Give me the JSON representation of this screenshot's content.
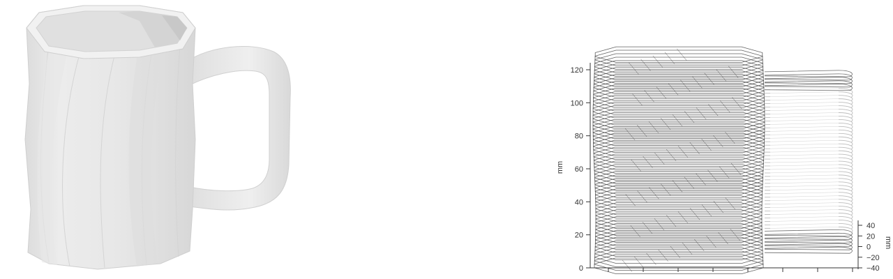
{
  "panels": {
    "left": {
      "kind": "shaded-render"
    },
    "right": {
      "kind": "sliced-layer-plot"
    }
  },
  "chart_data": {
    "type": "line",
    "z_axis": {
      "label": "mm",
      "ticks": [
        "0",
        "20",
        "40",
        "60",
        "80",
        "100",
        "120"
      ],
      "range": [
        0,
        130
      ]
    },
    "y_axis": {
      "label": "mm",
      "ticks": [
        "40",
        "20",
        "0",
        "−20",
        "−40"
      ],
      "range": [
        -40,
        40
      ]
    },
    "grid": false,
    "legend": "none"
  },
  "colors": {
    "background": "#ffffff",
    "mug_face_light": "#ececec",
    "mug_face_mid": "#e2e2e2",
    "mug_face_dark": "#d6d6d6",
    "slice_dark": "#444444",
    "slice_light": "#bdbdbd",
    "axis": "#333333"
  }
}
